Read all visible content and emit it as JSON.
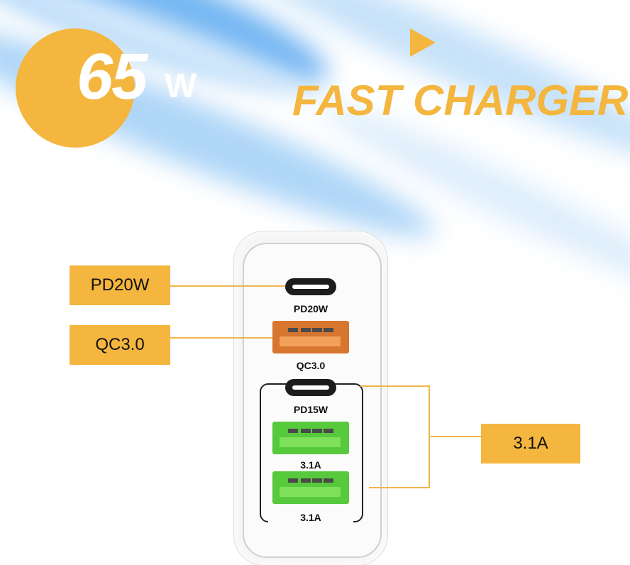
{
  "badge": {
    "number": "65",
    "unit": "W"
  },
  "headline": "FAST CHARGER",
  "ports": [
    {
      "type": "usb-c",
      "label": "PD20W"
    },
    {
      "type": "usb-a",
      "label": "QC3.0",
      "color": "#d7762f"
    },
    {
      "type": "usb-c",
      "label": "PD15W"
    },
    {
      "type": "usb-a",
      "label": "3.1A",
      "color": "#57c93c"
    },
    {
      "type": "usb-a",
      "label": "3.1A",
      "color": "#57c93c"
    }
  ],
  "callouts": [
    {
      "label": "PD20W"
    },
    {
      "label": "QC3.0"
    },
    {
      "label": "3.1A"
    }
  ],
  "colors": {
    "accent": "#f4b63f",
    "background_streak": "#5aa8f0"
  }
}
